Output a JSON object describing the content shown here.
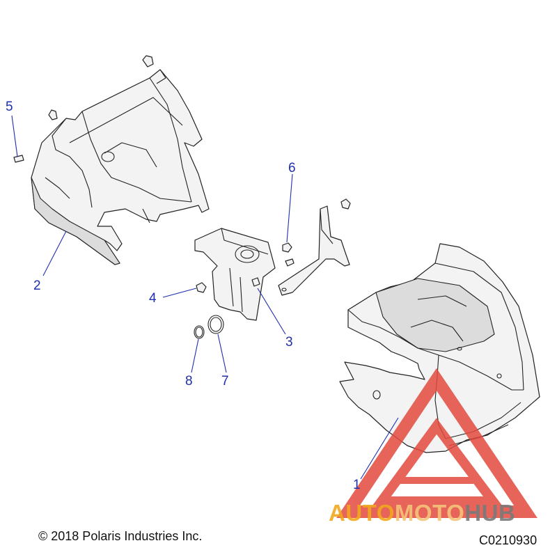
{
  "callouts": [
    "1",
    "2",
    "3",
    "4",
    "5",
    "6",
    "7",
    "8"
  ],
  "watermark": {
    "part1": "AUTO",
    "part2": "MOTO",
    "part3": "HUB"
  },
  "copyright": "© 2018 Polaris Industries Inc.",
  "drawing_id": "C0210930",
  "colors": {
    "callout": "#1f2fae",
    "watermark_red": "#e34a3f",
    "watermark_orange": "#f2a81d",
    "watermark_gray": "#7a7a7a"
  }
}
